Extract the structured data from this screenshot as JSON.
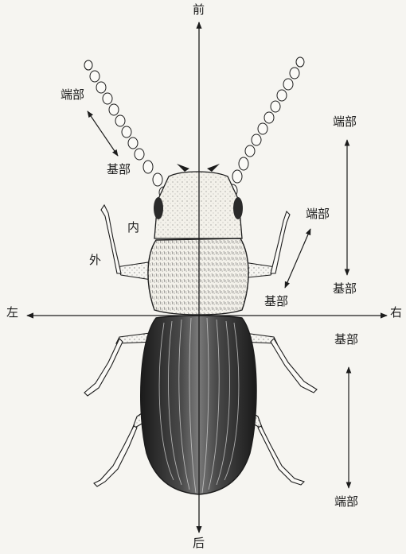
{
  "labels": {
    "front": "前",
    "back": "后",
    "left": "左",
    "right": "右",
    "antenna_tip": "端部",
    "antenna_base": "基部",
    "leg_inner": "内",
    "leg_outer": "外",
    "leg_tip": "端部",
    "leg_base": "基部",
    "top_right_tip": "端部",
    "top_right_base": "基部",
    "bottom_right_base": "基部",
    "bottom_right_tip": "端部"
  },
  "colors": {
    "ink": "#1c1c1c",
    "paper": "#f6f5f1",
    "elytra": "#2e2e2e"
  },
  "icons": [
    "beetle-illustration",
    "axis-arrow",
    "double-headed-arrow"
  ]
}
